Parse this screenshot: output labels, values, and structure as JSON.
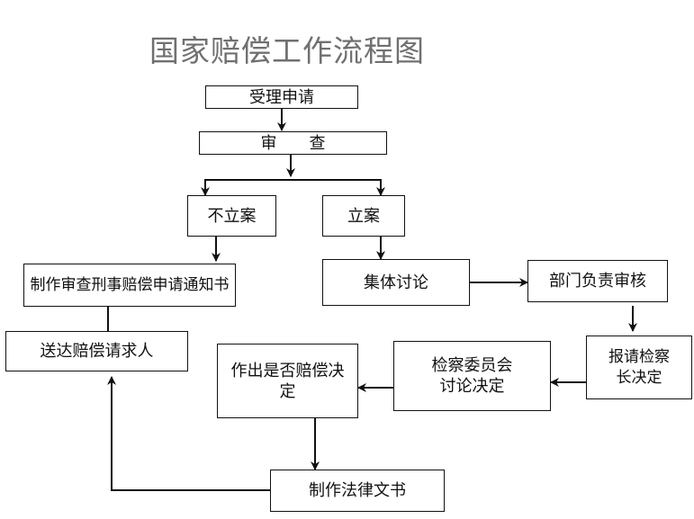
{
  "title": "国家赔偿工作流程图",
  "nodes": {
    "accept_application": "受理申请",
    "review": "审　　查",
    "not_filed": "不立案",
    "filed": "立案",
    "make_notice": "制作审查刑事赔偿申请通知书",
    "deliver_claimant": "送达赔偿请求人",
    "collective_discussion": "集体讨论",
    "department_review": "部门负责审核",
    "report_chief": "报请检察长决定",
    "committee_decision": "检察委员会讨论决定",
    "compensation_decision": "作出是否赔偿决定",
    "legal_document": "制作法律文书"
  }
}
